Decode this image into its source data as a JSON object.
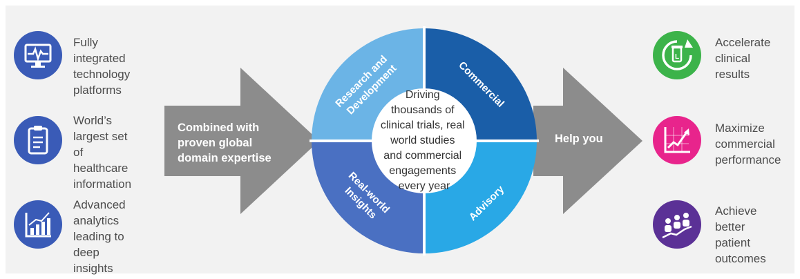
{
  "left_features": [
    {
      "icon": "monitor-heartbeat-icon",
      "text": "Fully integrated\ntechnology\nplatforms",
      "color": "#3a5bb7"
    },
    {
      "icon": "clipboard-icon",
      "text": "World’s\nlargest set\nof healthcare\ninformation",
      "color": "#3a5bb7"
    },
    {
      "icon": "analytics-chart-icon",
      "text": "Advanced\nanalytics\nleading to\ndeep insights",
      "color": "#3a5bb7"
    }
  ],
  "left_arrow": {
    "text_lines": [
      "Combined with",
      "proven global",
      "domain expertise"
    ],
    "color": "#8c8c8c"
  },
  "right_arrow": {
    "text": "Help you",
    "color": "#8c8c8c"
  },
  "wheel": {
    "center_lines": [
      "Driving",
      "thousands of",
      "clinical trials, real",
      "world studies",
      "and commercial",
      "engagements",
      "every year"
    ],
    "segments": [
      {
        "lines": [
          "Research and",
          "Development"
        ],
        "color": "#6bb4e6"
      },
      {
        "lines": [
          "Commercial"
        ],
        "color": "#1a5ea8"
      },
      {
        "lines": [
          "Advisory"
        ],
        "color": "#29a8e6"
      },
      {
        "lines": [
          "Real-world",
          "Insights"
        ],
        "color": "#4a70c2"
      }
    ]
  },
  "right_outcomes": [
    {
      "icon": "accelerate-icon",
      "text": "Accelerate\nclinical\nresults",
      "color": "#3cb34a"
    },
    {
      "icon": "growth-chart-icon",
      "text": "Maximize\ncommercial\nperformance",
      "color": "#e8248c"
    },
    {
      "icon": "patients-icon",
      "text": "Achieve\nbetter patient\noutcomes",
      "color": "#5b3196"
    }
  ]
}
